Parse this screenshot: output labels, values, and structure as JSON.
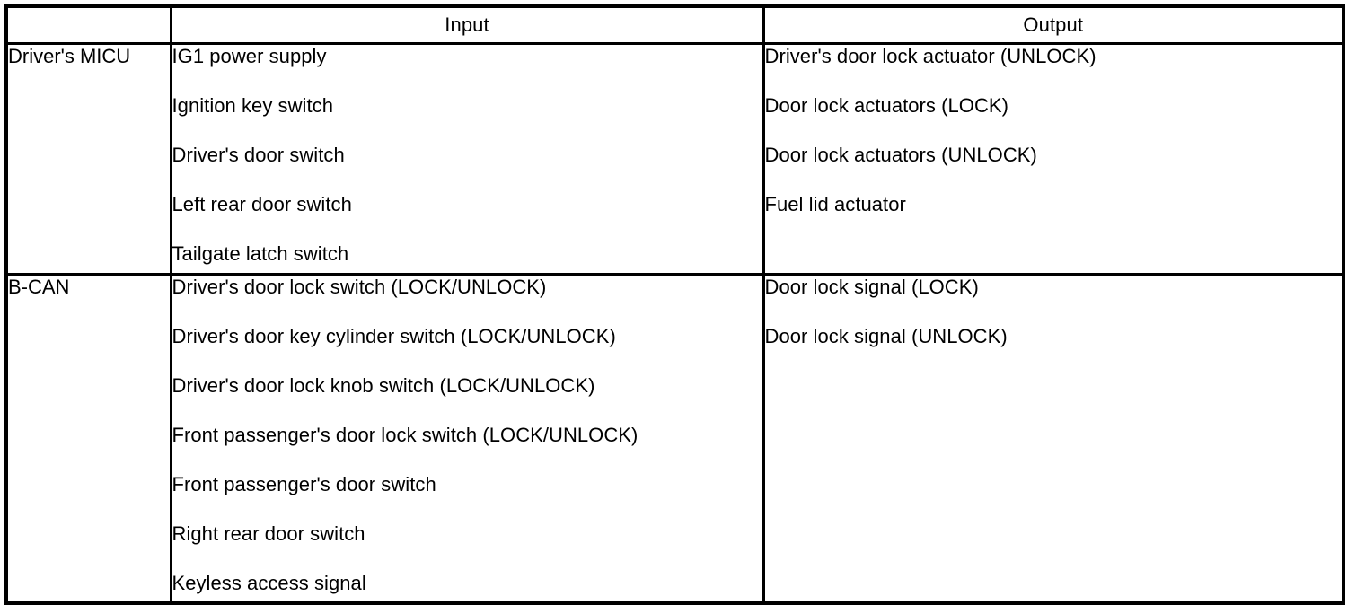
{
  "table": {
    "headers": {
      "system": "",
      "input": "Input",
      "output": "Output"
    },
    "rows": [
      {
        "system": "Driver's MICU",
        "inputs": [
          "IG1 power supply",
          "Ignition key switch",
          "Driver's door switch",
          "Left rear door switch",
          "Tailgate latch switch"
        ],
        "outputs": [
          "Driver's door lock actuator (UNLOCK)",
          "Door lock actuators (LOCK)",
          "Door lock actuators (UNLOCK)",
          "Fuel lid actuator"
        ]
      },
      {
        "system": "B-CAN",
        "inputs": [
          "Driver's door lock switch (LOCK/UNLOCK)",
          "Driver's door key cylinder switch (LOCK/UNLOCK)",
          "Driver's door lock knob switch (LOCK/UNLOCK)",
          "Front passenger's door lock switch (LOCK/UNLOCK)",
          "Front passenger's door switch",
          "Right rear door switch",
          "Keyless access signal"
        ],
        "outputs": [
          "Door lock signal (LOCK)",
          "Door lock signal (UNLOCK)"
        ]
      }
    ]
  },
  "style": {
    "text_color": "#000000",
    "background_color": "#ffffff",
    "border_color": "#000000"
  }
}
